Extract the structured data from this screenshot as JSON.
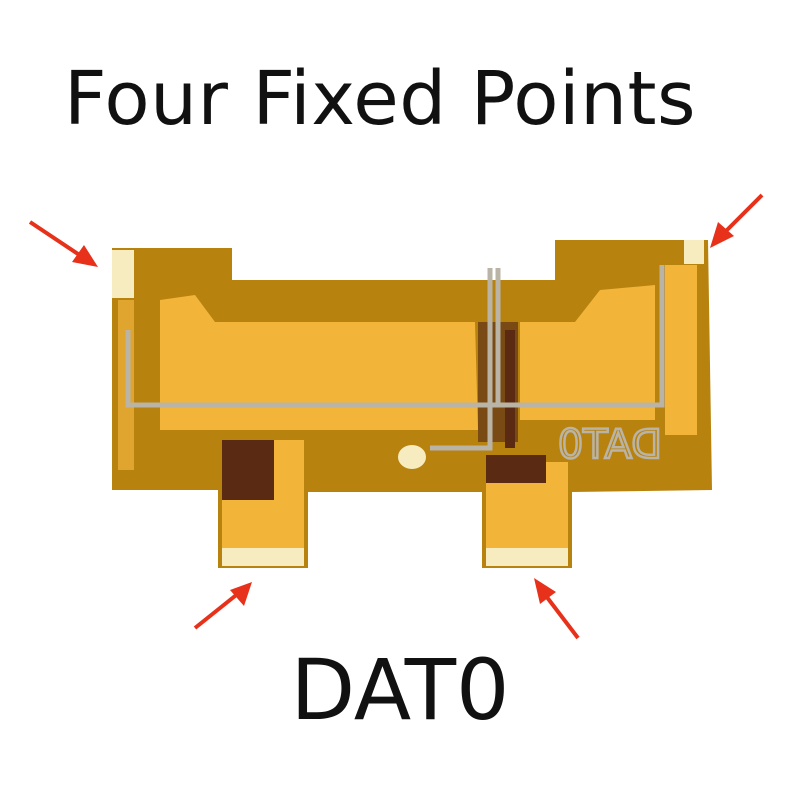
{
  "image": {
    "title": "Four Fixed Points",
    "caption": "DAT0",
    "board_silkscreen": "DAT0",
    "colors": {
      "flex_base": "#b8820f",
      "copper_pad": "#f2b53a",
      "exposed_contact": "#f7ecc0",
      "dark_trace": "#5a2a12",
      "silver_trace": "#b9b4a6",
      "arrow": "#e8311a"
    }
  }
}
